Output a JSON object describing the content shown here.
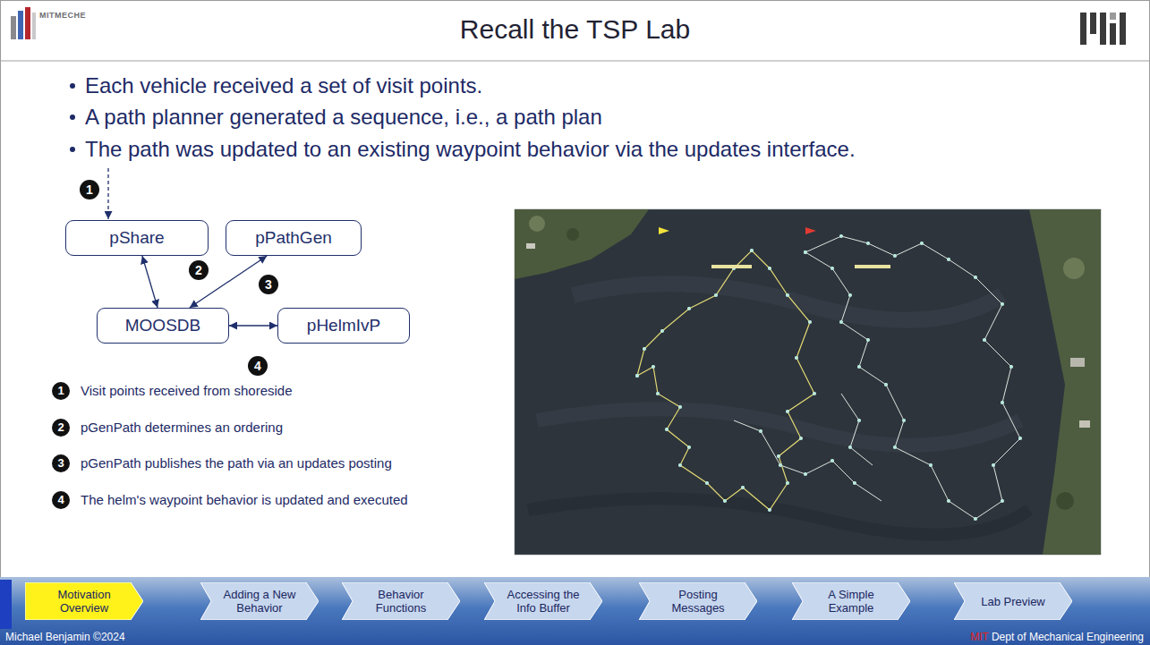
{
  "diagram": {
    "title": "Recall the TSP Lab",
    "nodes": [
      {
        "text": [
          "pShare"
        ]
      },
      {
        "text": [
          "pPathGen"
        ]
      },
      {
        "text": [
          "MOOSDB"
        ]
      },
      {
        "text": [
          "pHelmIvP"
        ]
      },
      {
        "text": [
          "Motivation Overview"
        ]
      },
      {
        "text": [
          "Adding a New Behavior"
        ]
      },
      {
        "text": [
          "Behavior Functions"
        ]
      },
      {
        "text": [
          "Accessing the Info Buffer"
        ]
      },
      {
        "text": [
          "Posting Messages"
        ]
      },
      {
        "text": [
          "A Simple Example"
        ]
      },
      {
        "text": [
          "Lab Preview"
        ]
      }
    ],
    "edges": [
      {
        "from": 0,
        "to": 2,
        "arrow": "both"
      },
      {
        "from": 2,
        "to": 1,
        "arrow": "both"
      },
      {
        "from": 2,
        "to": 3,
        "arrow": "both"
      }
    ],
    "labels": [
      "MITMECHE",
      "Each vehicle received a set of visit points.",
      "A path planner generated a sequence, i.e., a path plan",
      "The path was updated to an existing waypoint behavior via the updates interface.",
      "1",
      "2",
      "3",
      "4",
      "1",
      "Visit points received from shoreside",
      "2",
      "pGenPath determines an ordering",
      "3",
      "pGenPath publishes the path via an updates posting",
      "4",
      "The helm's waypoint behavior is updated and executed",
      "Michael Benjamin ©2024",
      "MIT",
      "Dept of Mechanical Engineering"
    ]
  }
}
